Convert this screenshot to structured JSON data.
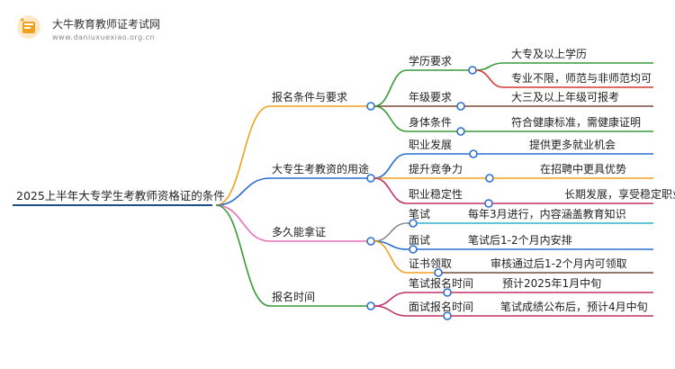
{
  "brand": {
    "name": "大牛教育教师证考试网",
    "url": "www.daniuxuexiao.org.cn"
  },
  "mindmap": {
    "root": "2025上半年大专学生考教师资格证的条件",
    "branches": [
      {
        "label": "报名条件与要求",
        "color": "#f0a21c",
        "children": [
          {
            "label": "学历要求",
            "color": "#3a9a3a",
            "children": [
              {
                "label": "大专及以上学历",
                "color": "#3a9a3a"
              },
              {
                "label": "专业不限，师范与非师范均可",
                "color": "#d43a2f"
              }
            ]
          },
          {
            "label": "年级要求",
            "color": "#7a4a3a",
            "children": [
              {
                "label": "大三及以上年级可报考",
                "color": "#7a4a3a"
              }
            ]
          },
          {
            "label": "身体条件",
            "color": "#3a9a3a",
            "children": [
              {
                "label": "符合健康标准，需健康证明",
                "color": "#3a9a3a"
              }
            ]
          }
        ]
      },
      {
        "label": "大专生考教资的用途",
        "color": "#2a6fd0",
        "children": [
          {
            "label": "职业发展",
            "color": "#2a6fd0",
            "children": [
              {
                "label": "提供更多就业机会",
                "color": "#2a6fd0"
              }
            ]
          },
          {
            "label": "提升竞争力",
            "color": "#f0a21c",
            "children": [
              {
                "label": "在招聘中更具优势",
                "color": "#f0a21c"
              }
            ]
          },
          {
            "label": "职业稳定性",
            "color": "#c0306a",
            "children": [
              {
                "label": "长期发展，享受稳定职业",
                "color": "#c0306a"
              }
            ]
          }
        ]
      },
      {
        "label": "多久能拿证",
        "color": "#e870b8",
        "children": [
          {
            "label": "笔试",
            "color": "#888888",
            "children": [
              {
                "label": "每年3月进行，内容涵盖教育知识",
                "color": "#2fb4c8"
              }
            ]
          },
          {
            "label": "面试",
            "color": "#2a6fd0",
            "children": [
              {
                "label": "笔试后1-2个月内安排",
                "color": "#2a6fd0"
              }
            ]
          },
          {
            "label": "证书领取",
            "color": "#f0a21c",
            "children": [
              {
                "label": "审核通过后1-2个月内可领取",
                "color": "#7a4a3a"
              }
            ]
          }
        ]
      },
      {
        "label": "报名时间",
        "color": "#3a9a3a",
        "children": [
          {
            "label": "笔试报名时间",
            "color": "#c0306a",
            "children": [
              {
                "label": "预计2025年1月中旬",
                "color": "#c0306a"
              }
            ]
          },
          {
            "label": "面试报名时间",
            "color": "#c0306a",
            "children": [
              {
                "label": "笔试成绩公布后，预计4月中旬",
                "color": "#c0306a"
              }
            ]
          }
        ]
      }
    ],
    "root_color": "#1a4f8a",
    "node_ring_color": "#2a6fd0"
  }
}
